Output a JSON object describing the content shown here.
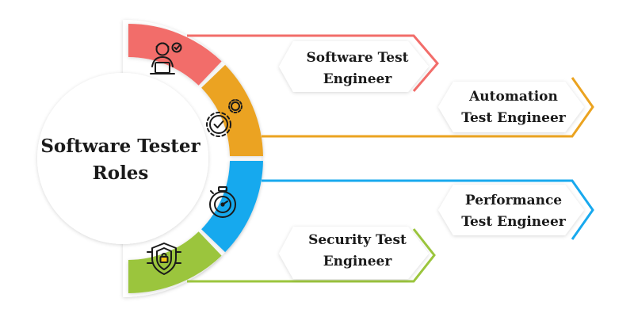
{
  "center": {
    "title_line1": "Software Tester",
    "title_line2": "Roles"
  },
  "colors": {
    "role1": "#f26d6a",
    "role2": "#eba320",
    "role3": "#18a9ee",
    "role4": "#9bc53d"
  },
  "roles": [
    {
      "line1": "Software Test",
      "line2": "Engineer",
      "icon": "developer-laptop-icon"
    },
    {
      "line1": "Automation",
      "line2": "Test Engineer",
      "icon": "gear-check-icon"
    },
    {
      "line1": "Performance",
      "line2": "Test Engineer",
      "icon": "stopwatch-icon"
    },
    {
      "line1": "Security Test",
      "line2": "Engineer",
      "icon": "shield-lock-icon"
    }
  ]
}
